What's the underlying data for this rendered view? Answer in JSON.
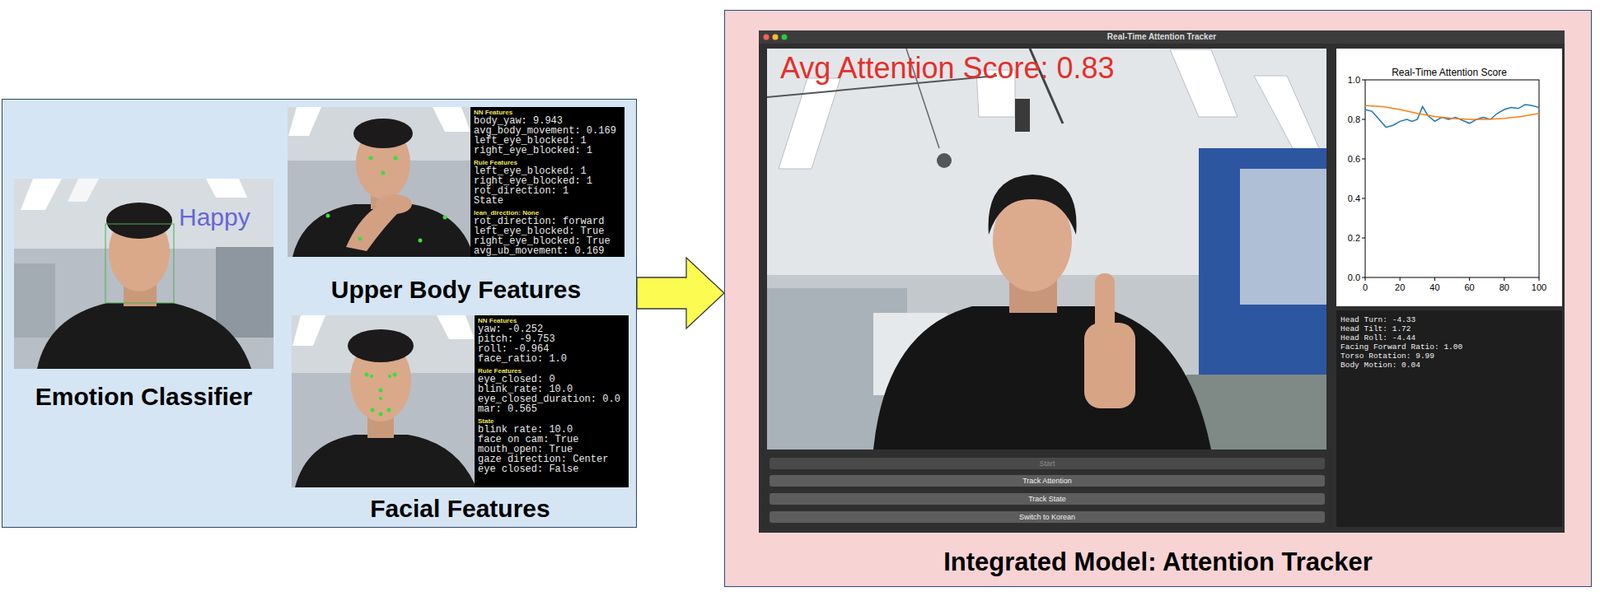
{
  "diagram": {
    "nodes": [
      {
        "text": []
      },
      {
        "text": [
          "Happy",
          "Emotion Classifier"
        ],
        "in": 0
      },
      {
        "text": [
          "Upper Body Features"
        ],
        "in": 0
      },
      {
        "text": [
          "NN Features",
          "body_yaw: 9.943",
          "avg_body_movement: 0.169",
          "left_eye_blocked: 1",
          "right_eye_blocked: 1",
          "Rule Features",
          "left_eye_blocked: 1",
          "right_eye_blocked: 1",
          "rot_direction: 1",
          "State",
          "lean_direction: None",
          "rot_direction: forward",
          "left_eye_blocked: True",
          "right_eye_blocked: True",
          "avg_ub_movement: 0.169"
        ],
        "in": 2
      },
      {
        "text": [
          "Facial Features"
        ],
        "in": 0
      },
      {
        "text": [
          "NN Features",
          "yaw: -0.252",
          "pitch: -9.753",
          "roll: -0.964",
          "face_ratio: 1.0",
          "Rule Features",
          "eye_closed: 0",
          "blink_rate: 10.0",
          "eye_closed_duration: 0.0",
          "mar: 0.565",
          "State",
          "blink rate: 10.0",
          "face on cam: True",
          "mouth_open: True",
          "gaze direction: Center",
          "eye closed: False"
        ],
        "in": 4
      },
      {
        "text": [
          "Integrated Model: Attention Tracker"
        ]
      },
      {
        "text": [
          "Real-Time Attention Tracker"
        ],
        "in": 6
      },
      {
        "text": [
          "Avg Attention Score: 0.83"
        ],
        "in": 7
      },
      {
        "text": [
          "Real-Time Attention Score"
        ],
        "in": 7
      },
      {
        "text": [
          "Head Turn: -4.33",
          "Head Tilt: 1.72",
          "Head Roll: -4.44",
          "Facing Forward Ratio: 1.00",
          "Torso Rotation: 9.99",
          "Body Motion: 0.04"
        ],
        "in": 7
      },
      {
        "text": [
          "Start"
        ],
        "in": 7
      },
      {
        "text": [
          "Track Attention"
        ],
        "in": 7
      },
      {
        "text": [
          "Track State"
        ],
        "in": 7
      },
      {
        "text": [
          "Switch to Korean"
        ],
        "in": 7
      }
    ],
    "edges": [
      {
        "from": 0,
        "to": 6,
        "arrow": "to"
      }
    ],
    "labels": [
      "1.0",
      "0.8",
      "0.6",
      "0.4",
      "0.2",
      "0.0",
      "0",
      "20",
      "40",
      "60",
      "80",
      "100"
    ]
  }
}
